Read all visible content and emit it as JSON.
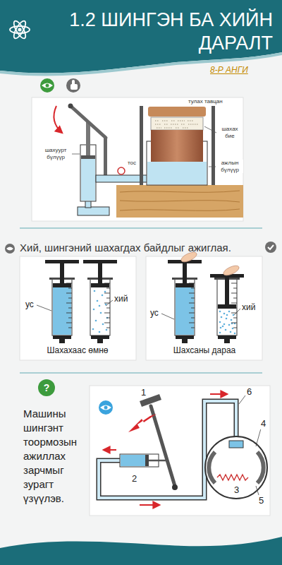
{
  "diagram": {
    "title": "1.2 ШИНГЭН БА ХИЙН ДАРАЛТ",
    "nodes": [
      {
        "text": [
          "?"
        ]
      }
    ],
    "labels": [
      "8-Р АНГИ",
      "тулах тавцан",
      "шахах бие",
      "шахуурт бүлүүр",
      "тос",
      "ажлын бүлүүр",
      "Хий, шингэний шахагдах байдлыг ажиглая.",
      "ус",
      "хий",
      "Шахахаас өмнө",
      "ус",
      "хий",
      "Шахсаны дараа",
      "Машины шингэнт тоормозын ажиллах зарчмыг зурагт үзүүлэв.",
      "1",
      "2",
      "3",
      "4",
      "5",
      "6"
    ]
  }
}
